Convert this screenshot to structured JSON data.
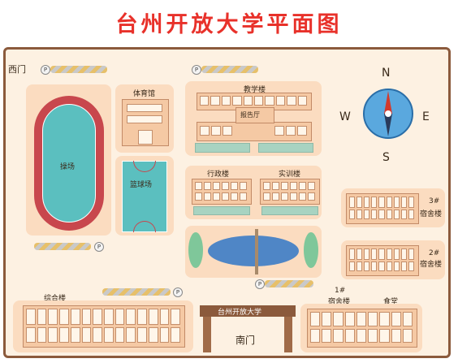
{
  "title": "台州开放大学平面图",
  "gates": {
    "west": "西门",
    "south": "南门",
    "south_sign": "台州开放大学"
  },
  "buildings": {
    "playground": "操场",
    "gym": "体育馆",
    "basketball": "篮球场",
    "teaching": "教学楼",
    "report_hall": "报告厅",
    "admin": "行政楼",
    "training": "实训楼",
    "complex": "综合楼",
    "dorm1": "宿舍楼",
    "dorm1_num": "1#",
    "canteen": "食堂",
    "dorm2_num": "2#",
    "dorm2": "宿舍楼",
    "dorm3_num": "3#",
    "dorm3": "宿舍楼"
  },
  "parking": "P",
  "compass": {
    "n": "N",
    "s": "S",
    "e": "E",
    "w": "W"
  },
  "colors": {
    "title": "#e8312a",
    "frame": "#8b5a3c",
    "track": "#c8474d",
    "field": "#5bbfbf",
    "lake": "#4f86c6",
    "compass": "#5aa8de"
  }
}
